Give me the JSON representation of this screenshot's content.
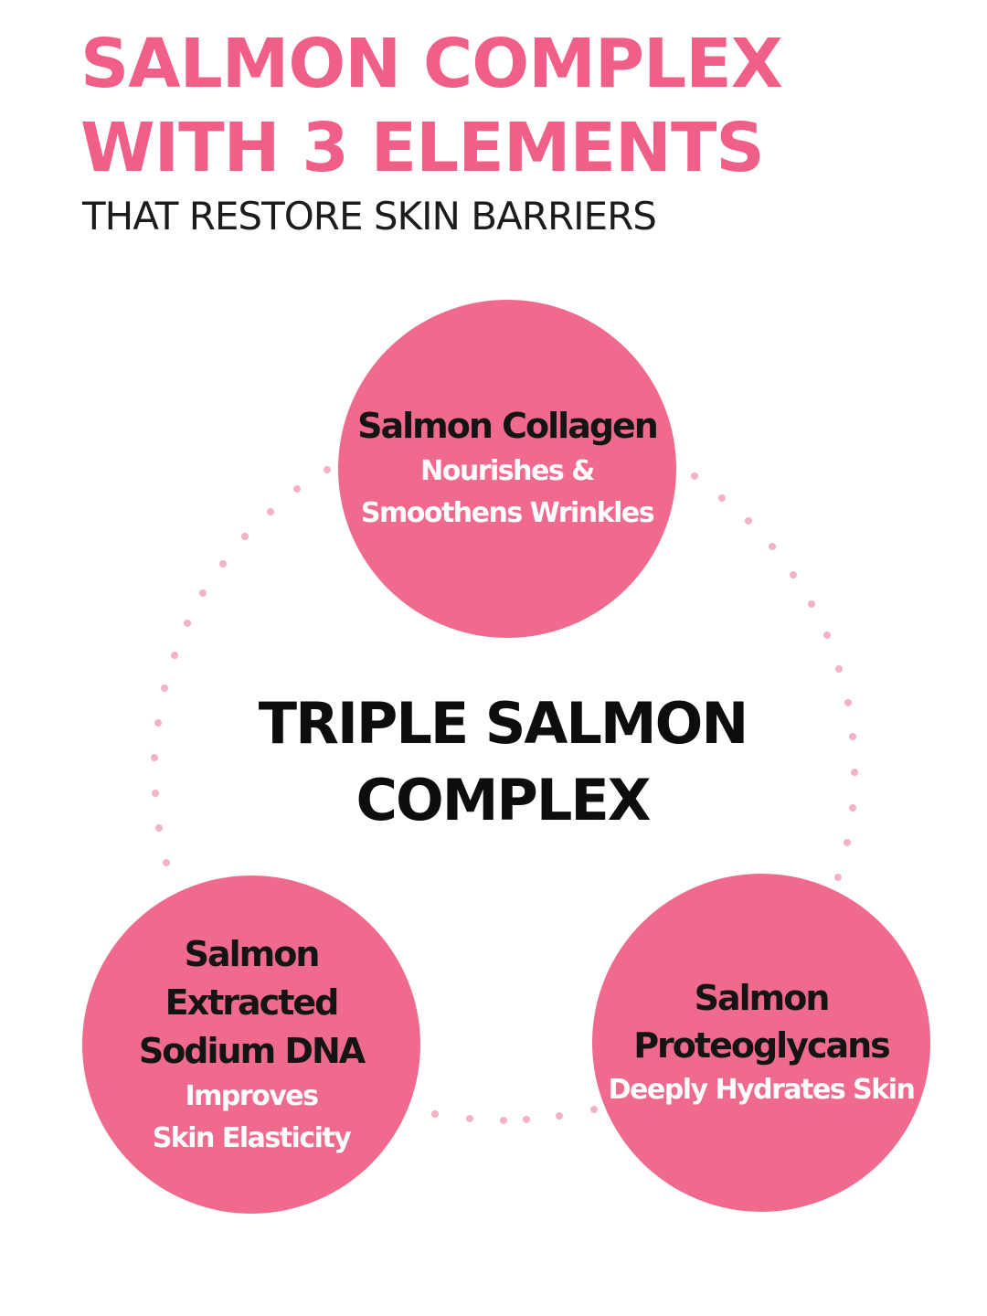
{
  "header": {
    "title_line1": "SALMON COMPLEX",
    "title_line2": "WITH 3 ELEMENTS",
    "subtitle": "THAT RESTORE SKIN BARRIERS"
  },
  "center": {
    "title": "TRIPLE SALMON\nCOMPLEX"
  },
  "elements": {
    "top": {
      "name": "Salmon Collagen",
      "benefit": "Nourishes &\nSmoothens Wrinkles"
    },
    "left": {
      "name": "Salmon\nExtracted\nSodium DNA",
      "benefit": "Improves\nSkin Elasticity"
    },
    "right": {
      "name": "Salmon\nProteoglycans",
      "benefit": "Deeply Hydrates Skin"
    }
  },
  "colors": {
    "accent": "#ef5f87",
    "circle_fill": "#ef6a8d",
    "dot": "#f4b3c5",
    "heading_text": "#141414",
    "benefit_text": "#ffffff"
  }
}
